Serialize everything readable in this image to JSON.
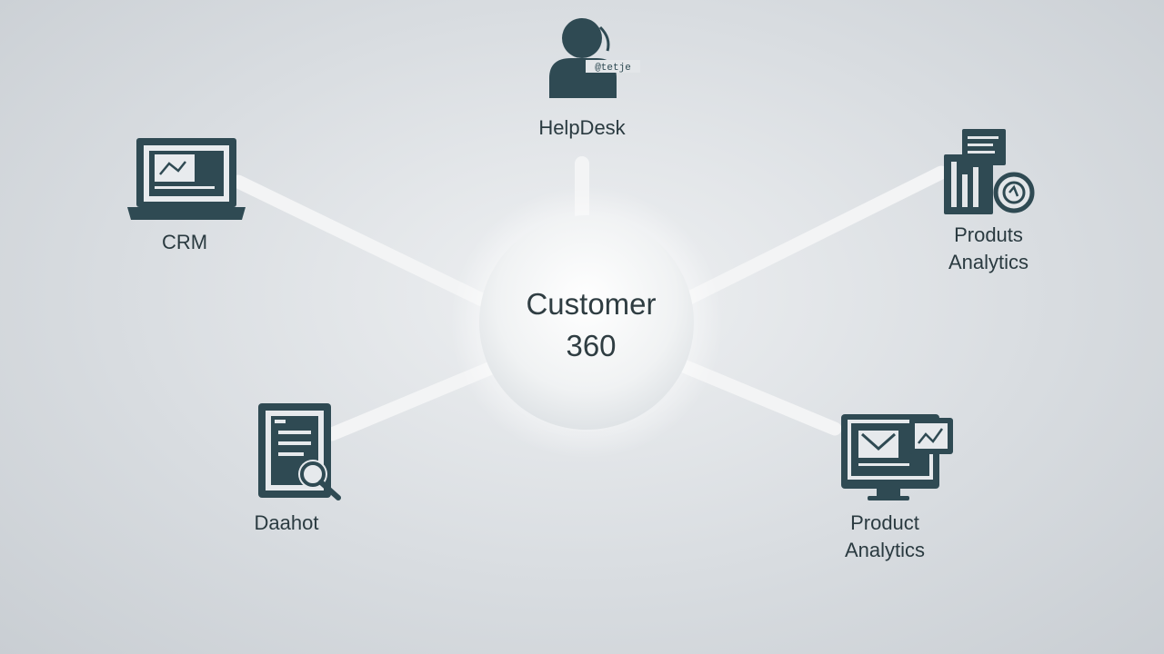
{
  "hub": {
    "line1": "Customer",
    "line2": "360"
  },
  "nodes": {
    "helpdesk": {
      "label": "HelpDesk",
      "icon": "agent-headset-icon",
      "badge_text": "@tetje"
    },
    "crm": {
      "label": "CRM",
      "icon": "laptop-icon"
    },
    "product_analytics_top": {
      "line1": "Produts",
      "line2": "Analytics",
      "icon": "analytics-report-icon"
    },
    "datahot": {
      "label": "Daahot",
      "icon": "document-search-icon"
    },
    "product_analytics_bottom": {
      "line1": "Product",
      "line2": "Analytics",
      "icon": "monitor-dashboard-icon"
    }
  },
  "colors": {
    "icon": "#2f4a53",
    "connector": "#f3f4f5",
    "hub_glow": "#ffffff",
    "text": "#2a3a40"
  }
}
